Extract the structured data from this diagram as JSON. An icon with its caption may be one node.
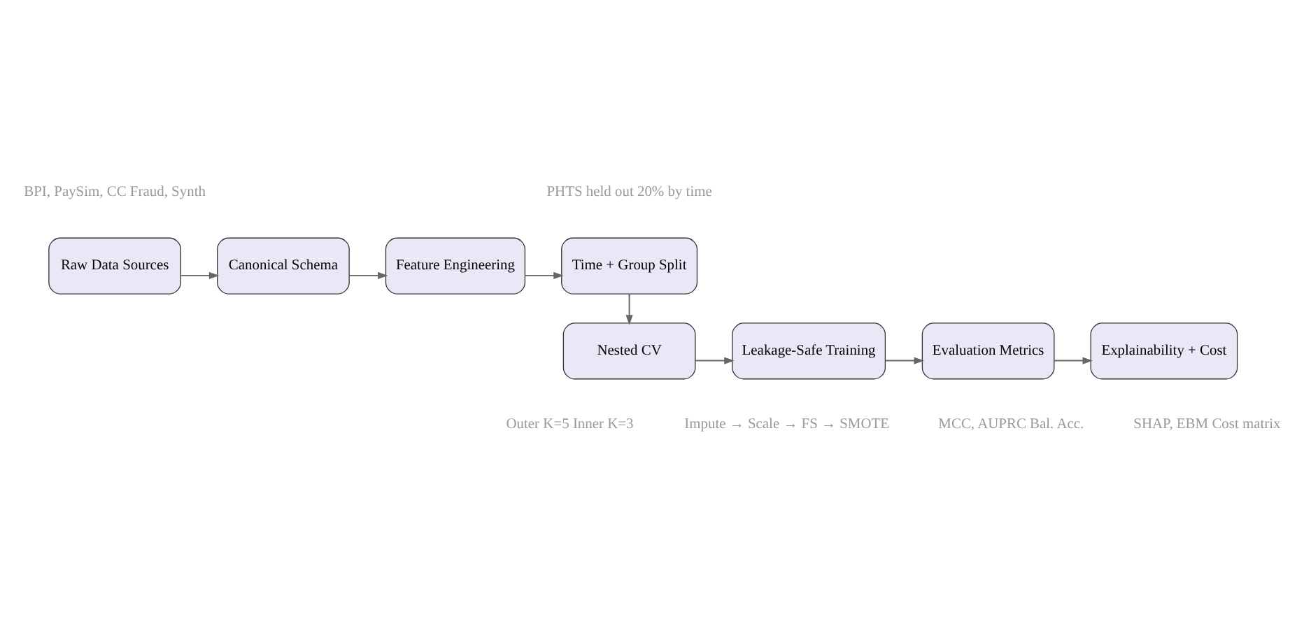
{
  "diagram": {
    "nodes": [
      {
        "text": [
          "Raw Data Sources"
        ],
        "beside": [
          "BPI, PaySim, CC Fraud, Synth"
        ]
      },
      {
        "text": [
          "Canonical Schema"
        ]
      },
      {
        "text": [
          "Feature Engineering"
        ]
      },
      {
        "text": [
          "Time + Group Split"
        ],
        "beside": [
          "PHTS held out 20% by time"
        ]
      },
      {
        "text": [
          "Nested CV"
        ],
        "beside": [
          "Outer K=5 Inner K=3"
        ]
      },
      {
        "text": [
          "Leakage-Safe Training"
        ],
        "beside": [
          "Impute → Scale → FS → SMOTE"
        ]
      },
      {
        "text": [
          "Evaluation Metrics"
        ],
        "beside": [
          "MCC, AUPRC Bal. Acc."
        ]
      },
      {
        "text": [
          "Explainability + Cost"
        ],
        "beside": [
          "SHAP, EBM Cost matrix"
        ]
      }
    ],
    "edges": [
      {
        "from": 0,
        "to": 1,
        "arrow": "to"
      },
      {
        "from": 1,
        "to": 2,
        "arrow": "to"
      },
      {
        "from": 2,
        "to": 3,
        "arrow": "to"
      },
      {
        "from": 3,
        "to": 4,
        "arrow": "to"
      },
      {
        "from": 4,
        "to": 5,
        "arrow": "to"
      },
      {
        "from": 5,
        "to": 6,
        "arrow": "to"
      },
      {
        "from": 6,
        "to": 7,
        "arrow": "to"
      }
    ]
  }
}
